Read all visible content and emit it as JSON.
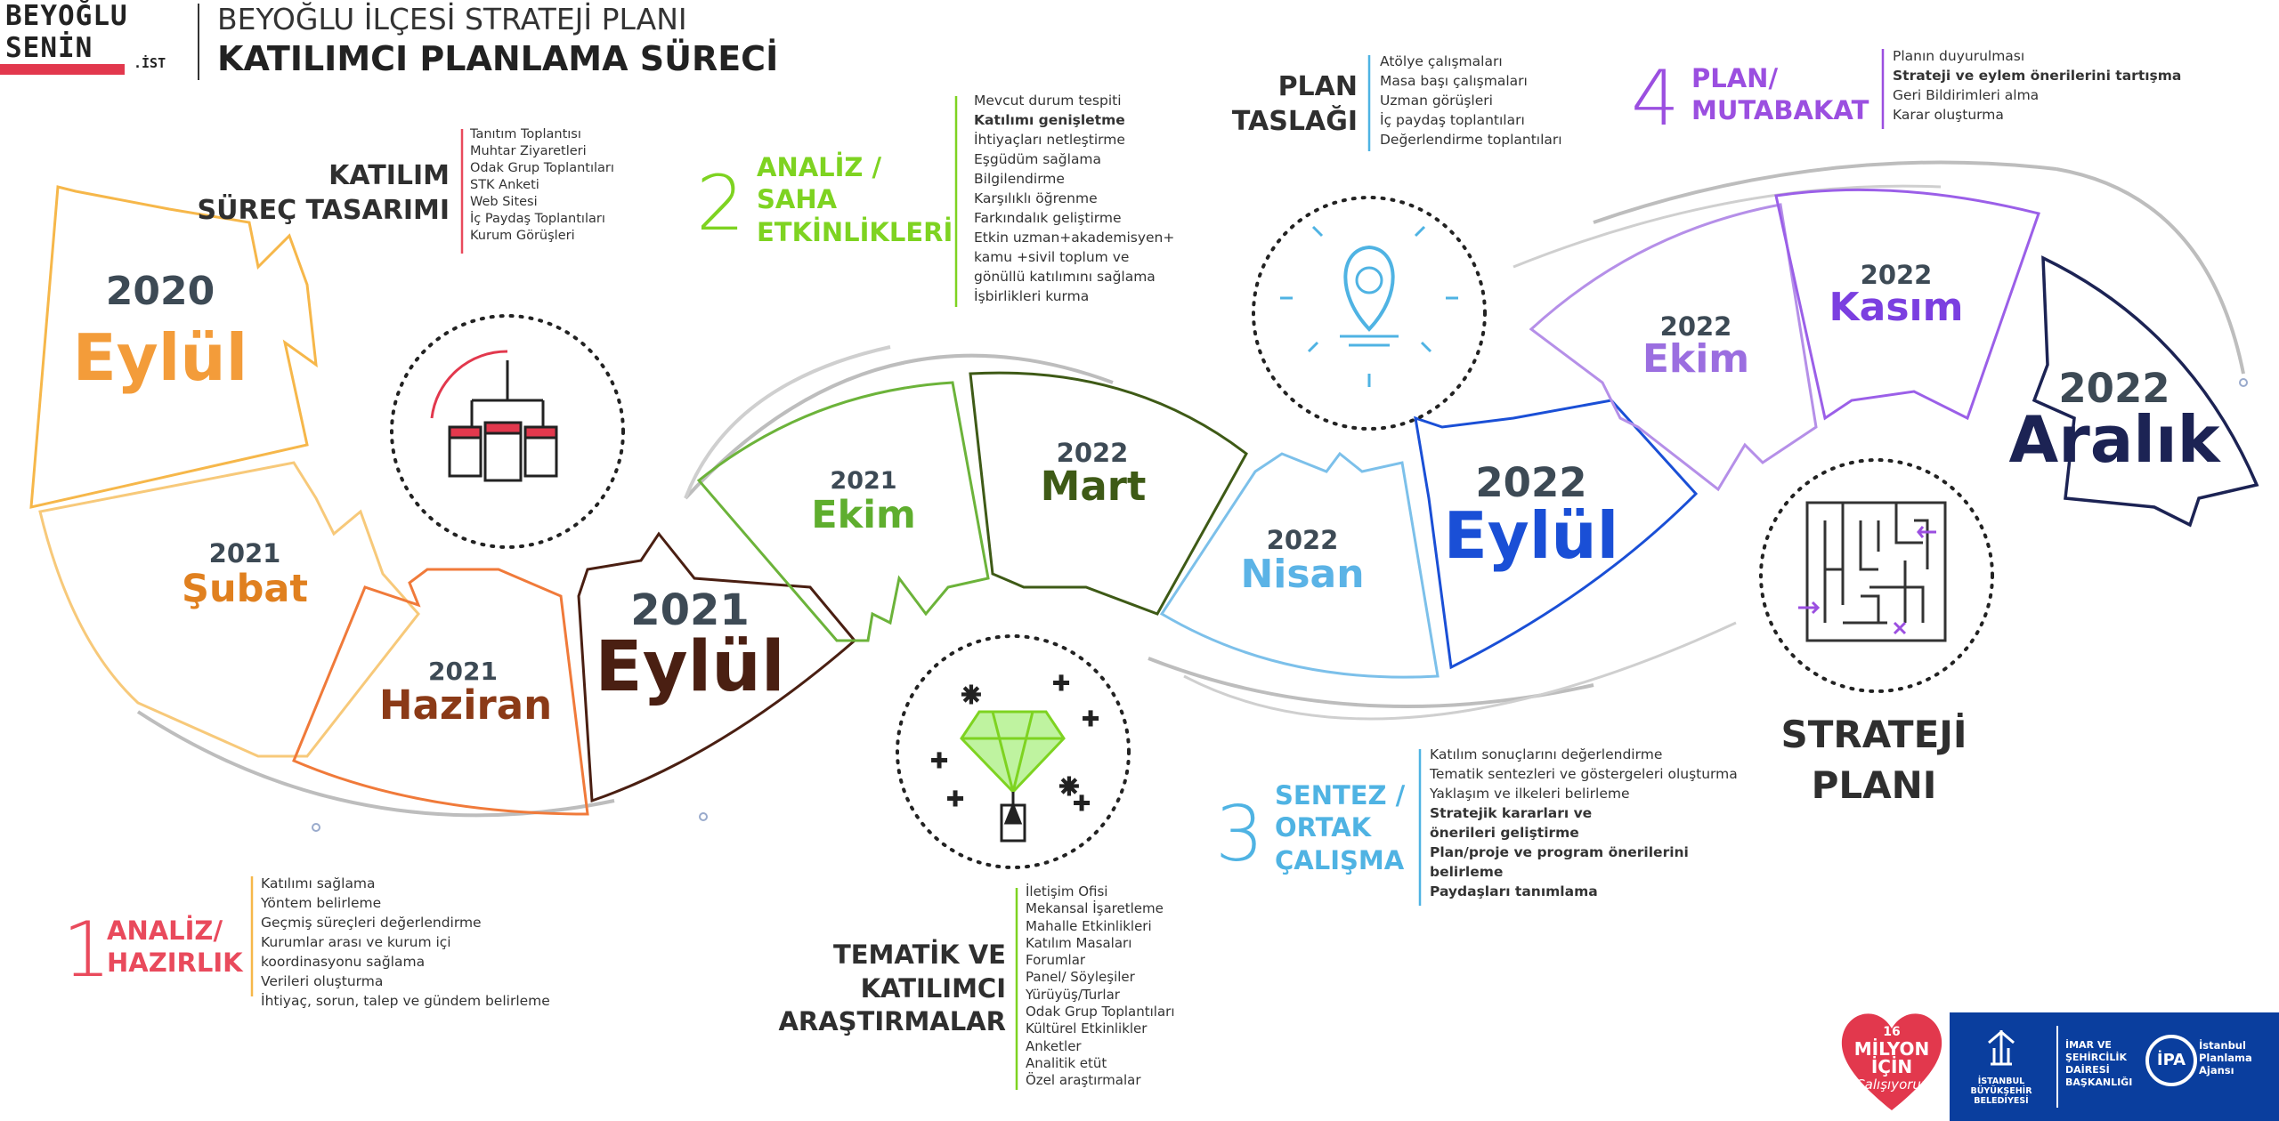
{
  "header": {
    "brand_line1": "BEYOĞLU",
    "brand_line2": "SENİN",
    "brand_suffix": ".İST",
    "title_line1": "BEYOĞLU İLÇESİ STRATEJİ PLANI",
    "title_line2": "KATILIMCI PLANLAMA SÜRECİ"
  },
  "timeline": [
    {
      "year": "2020",
      "month": "Eylül",
      "color": "#f39c3a",
      "year_color": "#3d4a55"
    },
    {
      "year": "2021",
      "month": "Şubat",
      "color": "#e0801f",
      "year_color": "#3d4a55"
    },
    {
      "year": "2021",
      "month": "Haziran",
      "color": "#8b3a17",
      "year_color": "#3d4a55"
    },
    {
      "year": "2021",
      "month": "Eylül",
      "color": "#4a1f12",
      "year_color": "#3d4a55"
    },
    {
      "year": "2021",
      "month": "Ekim",
      "color": "#5fae2e",
      "year_color": "#3d4a55"
    },
    {
      "year": "2022",
      "month": "Mart",
      "color": "#3e5a16",
      "year_color": "#3d4a55"
    },
    {
      "year": "2022",
      "month": "Nisan",
      "color": "#5bb3e6",
      "year_color": "#3d4a55"
    },
    {
      "year": "2022",
      "month": "Eylül",
      "color": "#1a4fd6",
      "year_color": "#3d4a55"
    },
    {
      "year": "2022",
      "month": "Ekim",
      "color": "#9b6ee0",
      "year_color": "#3d4a55"
    },
    {
      "year": "2022",
      "month": "Kasım",
      "color": "#7b3fe0",
      "year_color": "#3d4a55"
    },
    {
      "year": "2022",
      "month": "Aralık",
      "color": "#1c2354",
      "year_color": "#3d4a55"
    }
  ],
  "stages": {
    "s1": {
      "num": "1",
      "title": [
        "ANALİZ/",
        "HAZIRLIK"
      ],
      "color": "#e94a5c",
      "items": [
        "Katılımı sağlama",
        "Yöntem belirleme",
        "Geçmiş süreçleri değerlendirme",
        "Kurumlar arası ve kurum içi",
        "koordinasyonu sağlama",
        "Verileri oluşturma",
        "İhtiyaç, sorun, talep ve gündem belirleme"
      ]
    },
    "s2": {
      "num": "2",
      "title": [
        "ANALİZ /",
        "SAHA",
        "ETKİNLİKLERİ"
      ],
      "color": "#7ed321",
      "items": [
        "Mevcut durum tespiti",
        "Katılımı genişletme",
        "İhtiyaçları netleştirme",
        "Eşgüdüm sağlama",
        "Bilgilendirme",
        "Karşılıklı öğrenme",
        "Farkındalık geliştirme",
        "Etkin uzman+akademisyen+",
        "kamu +sivil toplum ve",
        "gönüllü katılımını sağlama",
        "İşbirlikleri kurma"
      ],
      "bold_items": [
        "Katılımı genişletme"
      ]
    },
    "s3": {
      "num": "3",
      "title": [
        "SENTEZ /",
        "ORTAK",
        "ÇALIŞMA"
      ],
      "color": "#4fb3e3",
      "items": [
        "Katılım sonuçlarını değerlendirme",
        "Tematik sentezleri ve göstergeleri oluşturma",
        "Yaklaşım ve ilkeleri belirleme",
        "Stratejik kararları ve",
        "önerileri geliştirme",
        "Plan/proje ve program önerilerini",
        "belirleme",
        "Paydaşları tanımlama"
      ],
      "bold_items": [
        "Stratejik kararları ve",
        "önerileri geliştirme",
        "Plan/proje ve program önerilerini",
        "belirleme",
        "Paydaşları tanımlama"
      ]
    },
    "s4": {
      "num": "4",
      "title": [
        "PLAN/",
        "MUTABAKAT"
      ],
      "color": "#9b4fe0",
      "items": [
        "Planın duyurulması",
        "Strateji ve eylem önerilerini tartışma",
        "Geri Bildirimleri alma",
        "Karar oluşturma"
      ],
      "bold_items": [
        "Strateji ve eylem önerilerini tartışma"
      ]
    }
  },
  "katilim": {
    "label": [
      "KATILIM",
      "SÜREÇ TASARIMI"
    ],
    "items": [
      "Tanıtım Toplantısı",
      "Muhtar Ziyaretleri",
      "Odak Grup Toplantıları",
      "STK Anketi",
      "Web Sitesi",
      "İç Paydaş Toplantıları",
      "Kurum Görüşleri"
    ]
  },
  "tematik": {
    "label": [
      "TEMATİK VE",
      "KATILIMCI",
      "ARAŞTIRMALAR"
    ],
    "items": [
      "İletişim Ofisi",
      "Mekansal İşaretleme",
      "Mahalle Etkinlikleri",
      "Katılım Masaları",
      "Forumlar",
      "Panel/ Söyleşiler",
      "Yürüyüş/Turlar",
      "Odak Grup Toplantıları",
      "Kültürel Etkinlikler",
      "Anketler",
      "Analitik etüt",
      "Özel araştırmalar"
    ]
  },
  "taslak": {
    "label": [
      "PLAN",
      "TASLAĞI"
    ],
    "items": [
      "Atölye çalışmaları",
      "Masa başı çalışmaları",
      "Uzman görüşleri",
      "İç paydaş toplantıları",
      "Değerlendirme toplantıları"
    ]
  },
  "strateji": {
    "label": [
      "STRATEJİ",
      "PLANI"
    ]
  },
  "logos": {
    "heart_num": "16",
    "heart_l1": "MİLYON",
    "heart_l2": "İÇİN",
    "heart_l3": "Çalışıyoruz",
    "ibb_l1": "İSTANBUL",
    "ibb_l2": "BÜYÜKŞEHİR",
    "ibb_l3": "BELEDİYESİ",
    "dept_l1": "İMAR VE",
    "dept_l2": "ŞEHİRCİLİK",
    "dept_l3": "DAİRESİ",
    "dept_l4": "BAŞKANLIĞI",
    "ipa_mark": "İPA",
    "ipa_l1": "İstanbul",
    "ipa_l2": "Planlama",
    "ipa_l3": "Ajansı"
  }
}
